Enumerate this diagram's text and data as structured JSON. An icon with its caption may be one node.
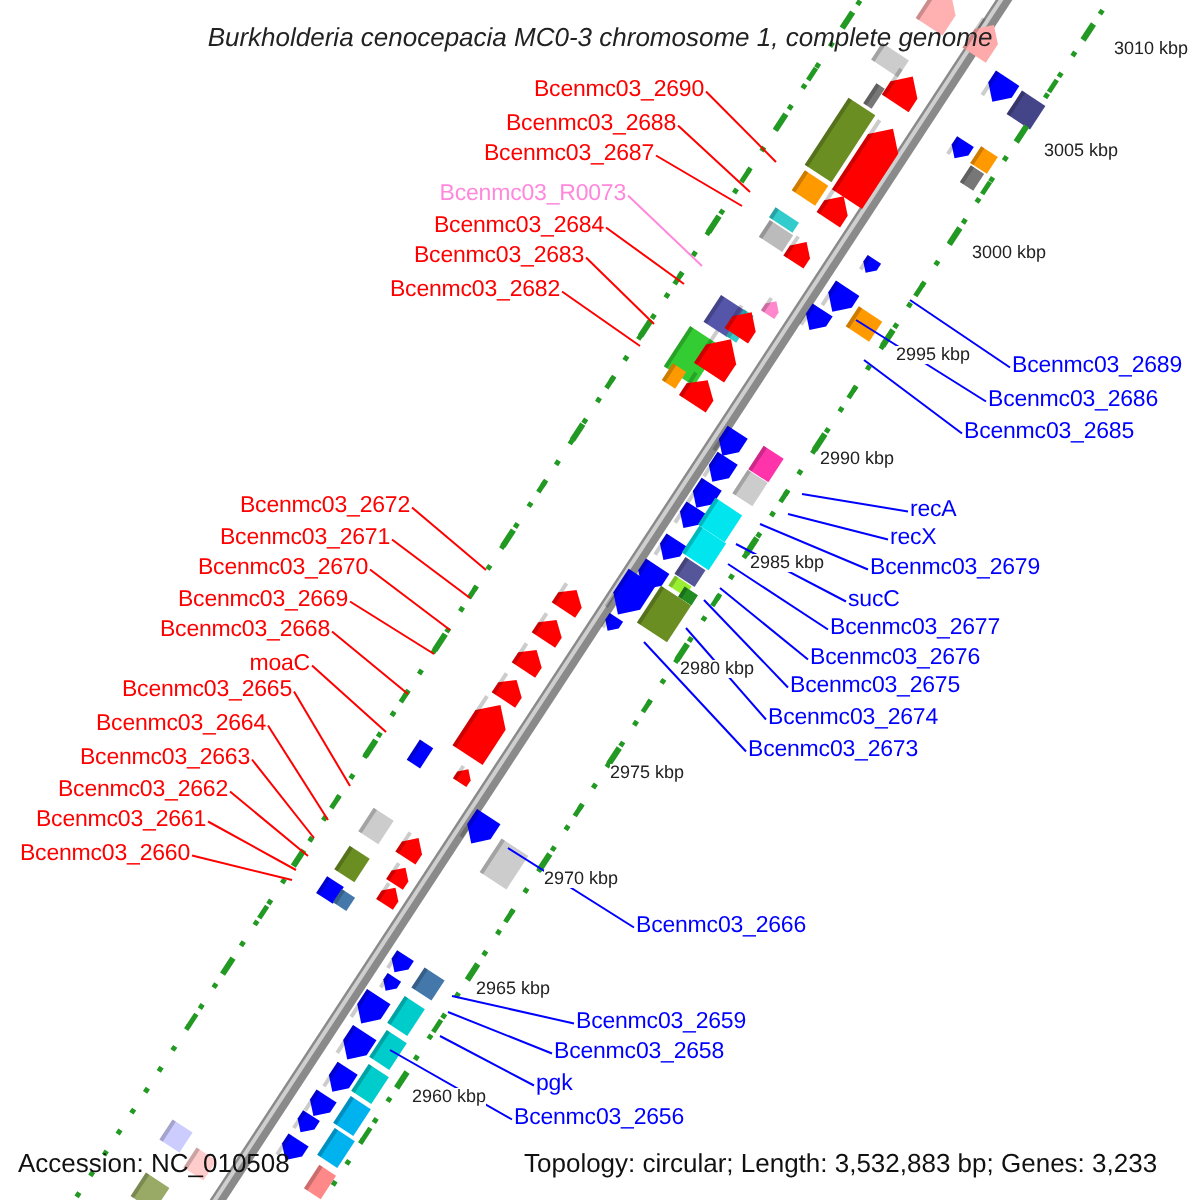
{
  "diagram": {
    "title": "Burkholderia cenocepacia MC0-3 chromosome 1, complete genome",
    "nodes": [
      {
        "text": [
          "Bcenmc03_2690"
        ]
      },
      {
        "text": [
          "Bcenmc03_2688"
        ]
      },
      {
        "text": [
          "Bcenmc03_2687"
        ]
      },
      {
        "text": [
          "Bcenmc03_R0073"
        ]
      },
      {
        "text": [
          "Bcenmc03_2684"
        ]
      },
      {
        "text": [
          "Bcenmc03_2683"
        ]
      },
      {
        "text": [
          "Bcenmc03_2682"
        ]
      },
      {
        "text": [
          "Bcenmc03_2689"
        ]
      },
      {
        "text": [
          "Bcenmc03_2686"
        ]
      },
      {
        "text": [
          "Bcenmc03_2685"
        ]
      },
      {
        "text": [
          "recA"
        ]
      },
      {
        "text": [
          "recX"
        ]
      },
      {
        "text": [
          "Bcenmc03_2679"
        ]
      },
      {
        "text": [
          "sucC"
        ]
      },
      {
        "text": [
          "Bcenmc03_2677"
        ]
      },
      {
        "text": [
          "Bcenmc03_2676"
        ]
      },
      {
        "text": [
          "Bcenmc03_2675"
        ]
      },
      {
        "text": [
          "Bcenmc03_2674"
        ]
      },
      {
        "text": [
          "Bcenmc03_2673"
        ]
      },
      {
        "text": [
          "Bcenmc03_2672"
        ]
      },
      {
        "text": [
          "Bcenmc03_2671"
        ]
      },
      {
        "text": [
          "Bcenmc03_2670"
        ]
      },
      {
        "text": [
          "Bcenmc03_2669"
        ]
      },
      {
        "text": [
          "Bcenmc03_2668"
        ]
      },
      {
        "text": [
          "moaC"
        ]
      },
      {
        "text": [
          "Bcenmc03_2665"
        ]
      },
      {
        "text": [
          "Bcenmc03_2664"
        ]
      },
      {
        "text": [
          "Bcenmc03_2663"
        ]
      },
      {
        "text": [
          "Bcenmc03_2662"
        ]
      },
      {
        "text": [
          "Bcenmc03_2661"
        ]
      },
      {
        "text": [
          "Bcenmc03_2660"
        ]
      },
      {
        "text": [
          "Bcenmc03_2666"
        ]
      },
      {
        "text": [
          "Bcenmc03_2659"
        ]
      },
      {
        "text": [
          "Bcenmc03_2658"
        ]
      },
      {
        "text": [
          "pgk"
        ]
      },
      {
        "text": [
          "Bcenmc03_2656"
        ]
      }
    ],
    "edges": [
      {
        "from": 0,
        "to": null,
        "arrow": "none"
      },
      {
        "from": 1,
        "to": null,
        "arrow": "none"
      },
      {
        "from": 2,
        "to": null,
        "arrow": "none"
      },
      {
        "from": 3,
        "to": null,
        "arrow": "none",
        "color": "#ff88dd"
      },
      {
        "from": 4,
        "to": null,
        "arrow": "none"
      },
      {
        "from": 5,
        "to": null,
        "arrow": "none"
      },
      {
        "from": 6,
        "to": null,
        "arrow": "none"
      },
      {
        "from": 7,
        "to": null,
        "arrow": "none",
        "color": "#0000ff"
      },
      {
        "from": 8,
        "to": null,
        "arrow": "none",
        "color": "#0000ff"
      },
      {
        "from": 9,
        "to": null,
        "arrow": "none",
        "color": "#0000ff"
      },
      {
        "from": 10,
        "to": null,
        "arrow": "none",
        "color": "#0000ff"
      },
      {
        "from": 11,
        "to": null,
        "arrow": "none",
        "color": "#0000ff"
      },
      {
        "from": 12,
        "to": null,
        "arrow": "none",
        "color": "#0000ff"
      },
      {
        "from": 13,
        "to": null,
        "arrow": "none",
        "color": "#0000ff"
      },
      {
        "from": 14,
        "to": null,
        "arrow": "none",
        "color": "#0000ff"
      },
      {
        "from": 15,
        "to": null,
        "arrow": "none",
        "color": "#0000ff"
      },
      {
        "from": 16,
        "to": null,
        "arrow": "none",
        "color": "#0000ff"
      },
      {
        "from": 17,
        "to": null,
        "arrow": "none",
        "color": "#0000ff"
      },
      {
        "from": 18,
        "to": null,
        "arrow": "none",
        "color": "#0000ff"
      },
      {
        "from": 19,
        "to": null,
        "arrow": "none"
      },
      {
        "from": 20,
        "to": null,
        "arrow": "none"
      },
      {
        "from": 21,
        "to": null,
        "arrow": "none"
      },
      {
        "from": 22,
        "to": null,
        "arrow": "none"
      },
      {
        "from": 23,
        "to": null,
        "arrow": "none"
      },
      {
        "from": 24,
        "to": null,
        "arrow": "none"
      },
      {
        "from": 25,
        "to": null,
        "arrow": "none"
      },
      {
        "from": 26,
        "to": null,
        "arrow": "none"
      },
      {
        "from": 27,
        "to": null,
        "arrow": "none"
      },
      {
        "from": 28,
        "to": null,
        "arrow": "none"
      },
      {
        "from": 29,
        "to": null,
        "arrow": "none"
      },
      {
        "from": 30,
        "to": null,
        "arrow": "none"
      },
      {
        "from": 31,
        "to": null,
        "arrow": "none",
        "color": "#0000ff"
      },
      {
        "from": 32,
        "to": null,
        "arrow": "none",
        "color": "#0000ff"
      },
      {
        "from": 33,
        "to": null,
        "arrow": "none",
        "color": "#0000ff"
      },
      {
        "from": 34,
        "to": null,
        "arrow": "none",
        "color": "#0000ff"
      },
      {
        "from": 35,
        "to": null,
        "arrow": "none",
        "color": "#0000ff"
      }
    ],
    "labels": [
      "3010 kbp",
      "3005 kbp",
      "3000 kbp",
      "2995 kbp",
      "2990 kbp",
      "2985 kbp",
      "2980 kbp",
      "2975 kbp",
      "2970 kbp",
      "2965 kbp",
      "2960 kbp",
      "Accession: NC_010508",
      "Topology: circular; Length: 3,532,883 bp; Genes: 3,233"
    ]
  }
}
